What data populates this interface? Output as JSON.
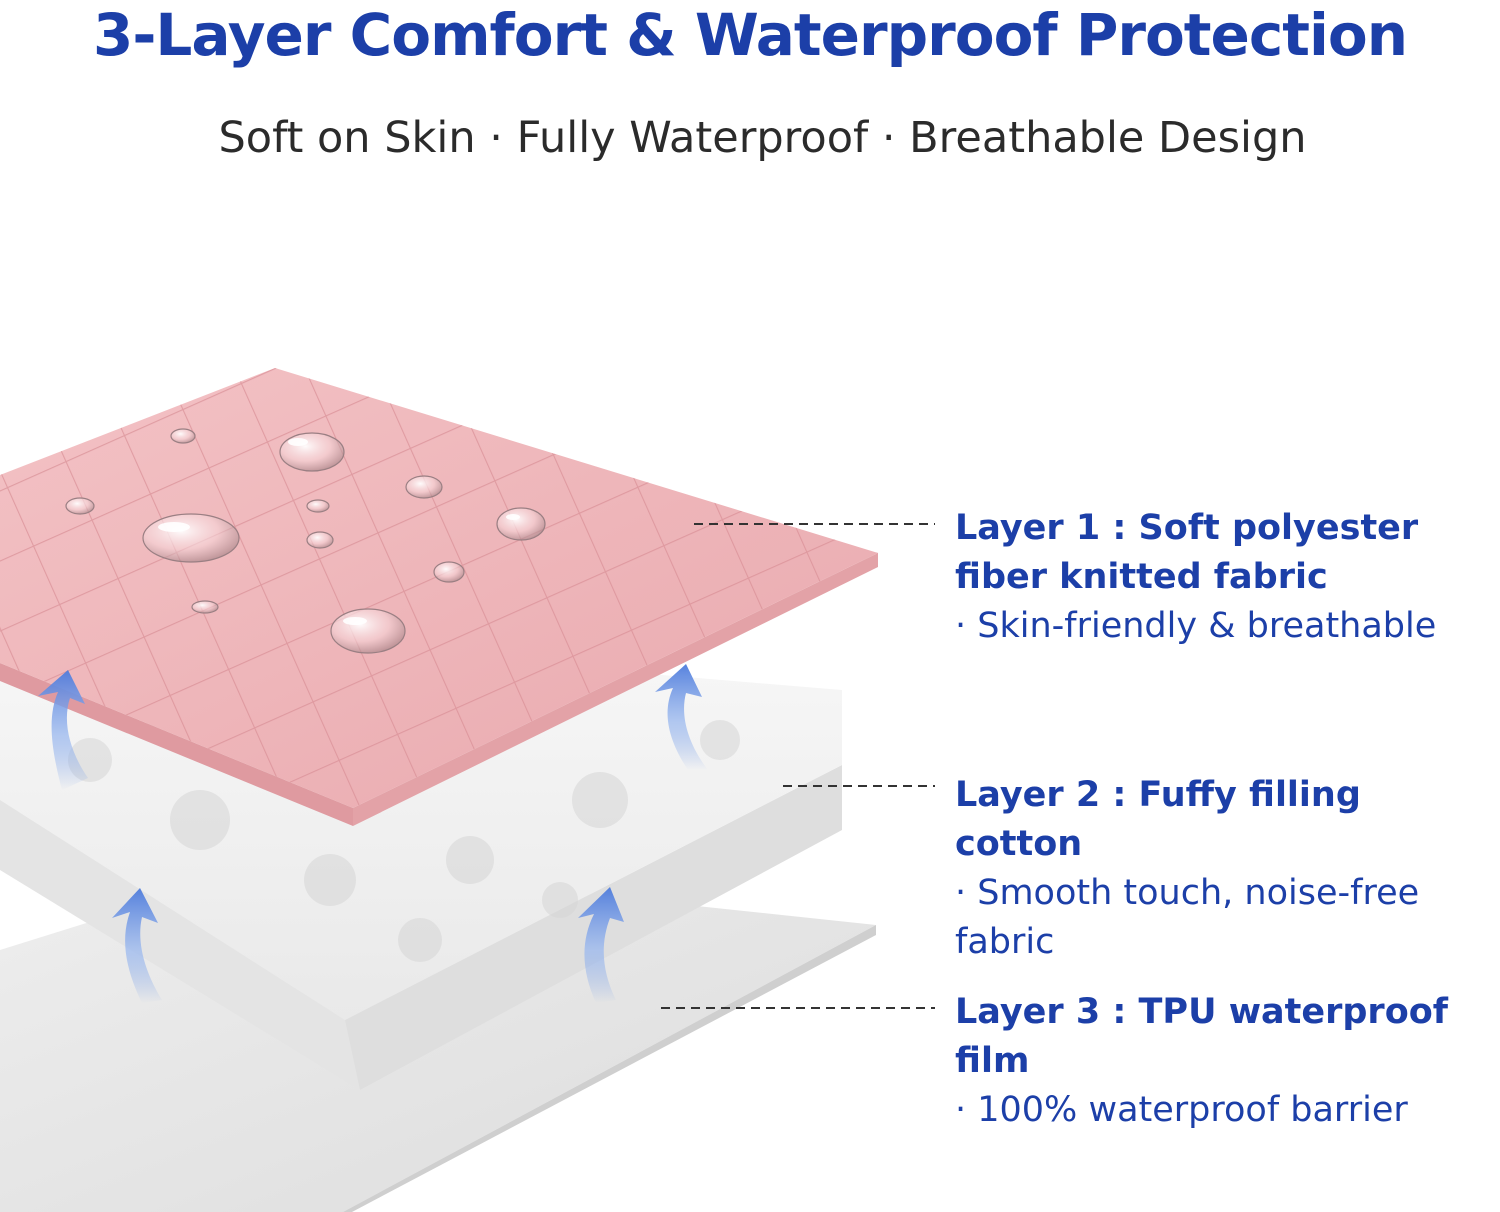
{
  "header": {
    "title": "3-Layer Comfort & Waterproof Protection",
    "subtitle": "Soft on Skin · Fully Waterproof · Breathable Design"
  },
  "layers": [
    {
      "title": "Layer 1 : Soft polyester fiber knitted fabric",
      "description": "· Skin-friendly & breathable"
    },
    {
      "title": "Layer 2 : Fuffy filling cotton",
      "description": "· Smooth touch, noise-free fabric"
    },
    {
      "title": "Layer 3 : TPU waterproof film",
      "description": "· 100% waterproof barrier"
    }
  ],
  "colors": {
    "brand_blue": "#1c3fa8",
    "subtitle_text": "#2b2b2b",
    "pink_layer": "#efb7bb",
    "cotton_layer": "#f1f1f1",
    "film_layer": "#e6e6e6",
    "airflow_arrow": "#6f98e6"
  },
  "icons": [
    "water-droplet-icon",
    "airflow-arrow-icon"
  ]
}
